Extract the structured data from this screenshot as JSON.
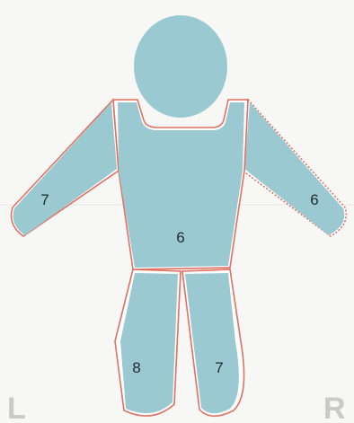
{
  "colors": {
    "body_fill": "#9bc9d1",
    "outline": "#e0705f",
    "sleeve_fill": "#ffffff",
    "background": "#f7f7f6",
    "side_label": "#c9c9c9"
  },
  "regions": {
    "left_arm": "7",
    "right_arm": "6",
    "torso": "6",
    "left_leg": "8",
    "right_leg": "7"
  },
  "sides": {
    "left": "L",
    "right": "R"
  }
}
